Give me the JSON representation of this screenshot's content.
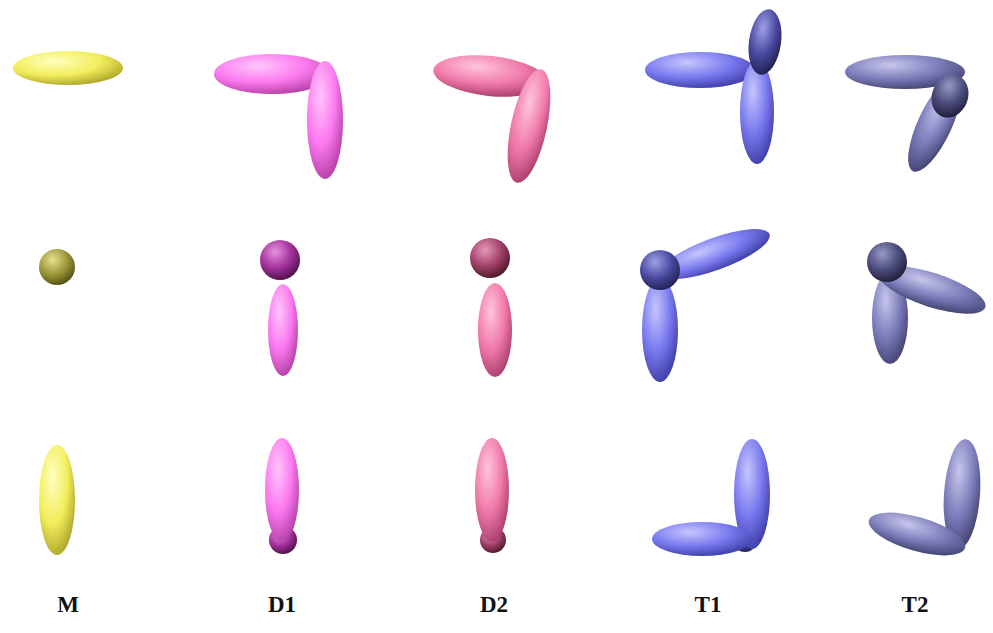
{
  "diagram": {
    "labels": [
      "M",
      "D1",
      "D2",
      "T1",
      "T2"
    ]
  }
}
